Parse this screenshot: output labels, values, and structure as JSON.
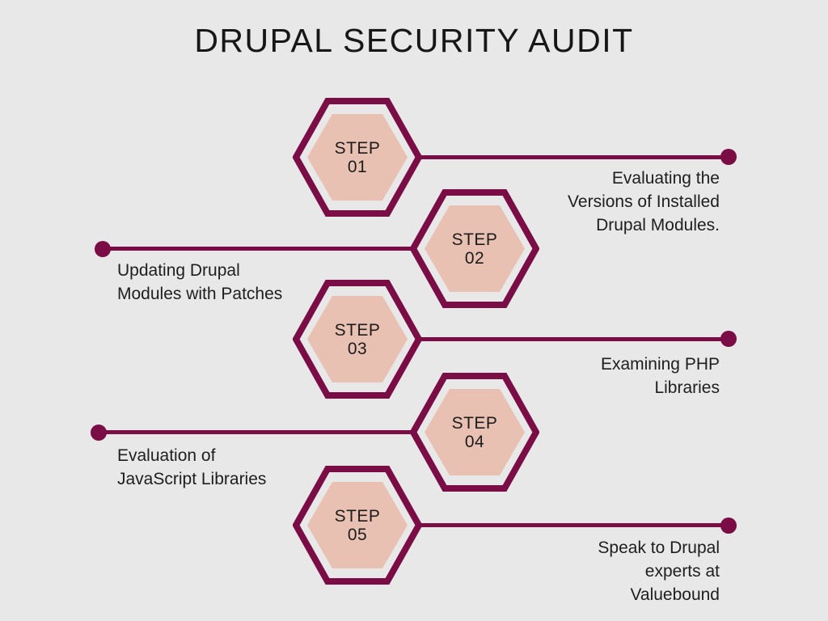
{
  "title": "DRUPAL SECURITY AUDIT",
  "palette": {
    "background": "#e9e8e8",
    "accent_burgundy": "#7a0c46",
    "hexagon_fill_salmon": "#e9c1b2",
    "text_color": "#1e1e1e"
  },
  "steps": [
    {
      "label": [
        "STEP",
        "01"
      ],
      "description": [
        "Evaluating the",
        "Versions of Installed",
        "Drupal Modules."
      ],
      "side": "right"
    },
    {
      "label": [
        "STEP",
        "02"
      ],
      "description": [
        "Updating Drupal",
        "Modules with Patches"
      ],
      "side": "left"
    },
    {
      "label": [
        "STEP",
        "03"
      ],
      "description": [
        "Examining PHP",
        "Libraries"
      ],
      "side": "right"
    },
    {
      "label": [
        "STEP",
        "04"
      ],
      "description": [
        "Evaluation of",
        "JavaScript Libraries"
      ],
      "side": "left"
    },
    {
      "label": [
        "STEP",
        "05"
      ],
      "description": [
        "Speak to Drupal",
        "experts at",
        "Valuebound"
      ],
      "side": "right"
    }
  ]
}
